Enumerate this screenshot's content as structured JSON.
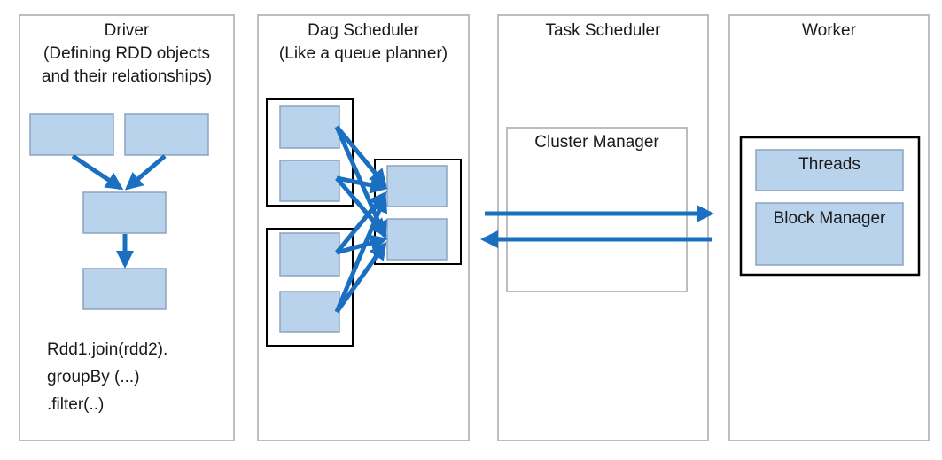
{
  "colors": {
    "box_fill": "#b9d3ec",
    "box_stroke": "#8aa4c0",
    "arrow": "#1a6fc0",
    "panel_border": "#bdbdbd",
    "frame": "#000000"
  },
  "driver": {
    "title": "Driver",
    "subtitle_1": "(Defining RDD objects",
    "subtitle_2": "and their relationships)",
    "code_line_1": "Rdd1.join(rdd2).",
    "code_line_2": "groupBy (...)",
    "code_line_3": ".filter(..)"
  },
  "dag_scheduler": {
    "title": "Dag Scheduler",
    "subtitle": "(Like a queue planner)"
  },
  "task_scheduler": {
    "title": "Task Scheduler",
    "cluster_manager_label": "Cluster Manager"
  },
  "worker": {
    "title": "Worker",
    "threads_label": "Threads",
    "block_manager_label": "Block Manager"
  }
}
